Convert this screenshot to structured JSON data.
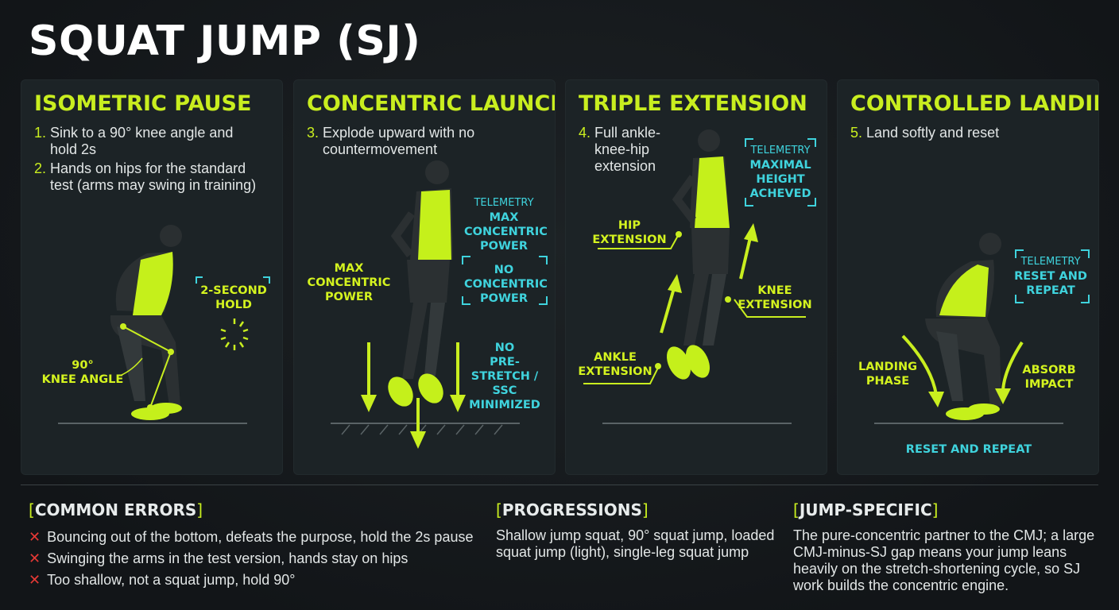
{
  "title": "SQUAT JUMP (SJ)",
  "panels": [
    {
      "title": "ISOMETRIC PAUSE",
      "steps": [
        {
          "num": "1.",
          "text": "Sink to a 90° knee angle and\nhold 2s"
        },
        {
          "num": "2.",
          "text": "Hands on hips for the standard\ntest (arms may swing in training)"
        }
      ],
      "labels": {
        "hold": "2-SECOND\nHOLD",
        "knee": "90°\nKNEE ANGLE"
      }
    },
    {
      "title": "CONCENTRIC LAUNCH",
      "steps": [
        {
          "num": "3.",
          "text": "Explode upward with no\ncountermovement"
        }
      ],
      "labels": {
        "telemetry_head": "TELEMETRY",
        "telemetry": "MAX\nCONCENTRIC\nPOWER",
        "max_power": "MAX\nCONCENTRIC\nPOWER",
        "no_power": "NO\nCONCENTRIC\nPOWER",
        "no_prestretch": "NO\nPRE-STRETCH /\nSSC MINIMIZED"
      }
    },
    {
      "title": "TRIPLE EXTENSION",
      "steps": [
        {
          "num": "4.",
          "text": "Full ankle-\nknee-hip\nextension"
        }
      ],
      "labels": {
        "telemetry_head": "TELEMETRY",
        "telemetry": "MAXIMAL\nHEIGHT\nACHEVED",
        "hip": "HIP\nEXTENSION",
        "knee": "KNEE\nEXTENSION",
        "ankle": "ANKLE\nEXTENSION"
      }
    },
    {
      "title": "CONTROLLED LANDING",
      "steps": [
        {
          "num": "5.",
          "text": "Land softly and reset"
        }
      ],
      "labels": {
        "telemetry_head": "TELEMETRY",
        "telemetry": "RESET AND\nREPEAT",
        "landing": "LANDING\nPHASE",
        "absorb": "ABSORB\nIMPACT",
        "reset": "RESET AND REPEAT"
      }
    }
  ],
  "common_errors": {
    "heading": "COMMON ERRORS",
    "items": [
      "Bouncing out of the bottom, defeats the purpose, hold the 2s pause",
      "Swinging the arms in the test version, hands stay on hips",
      "Too shallow, not a squat jump, hold 90°"
    ]
  },
  "progressions": {
    "heading": "PROGRESSIONS",
    "text": "Shallow jump squat, 90° squat jump, loaded\nsquat jump (light), single-leg squat jump"
  },
  "jump_specific": {
    "heading": "JUMP-SPECIFIC",
    "text": "The pure-concentric partner to the CMJ; a large\nCMJ-minus-SJ gap means your jump leans\nheavily on the stretch-shortening cycle, so SJ\nwork builds the concentric engine."
  },
  "colors": {
    "accent": "#c9ee1f",
    "telemetry": "#3fd3dd",
    "error": "#e53935",
    "panel": "#1c2326"
  }
}
